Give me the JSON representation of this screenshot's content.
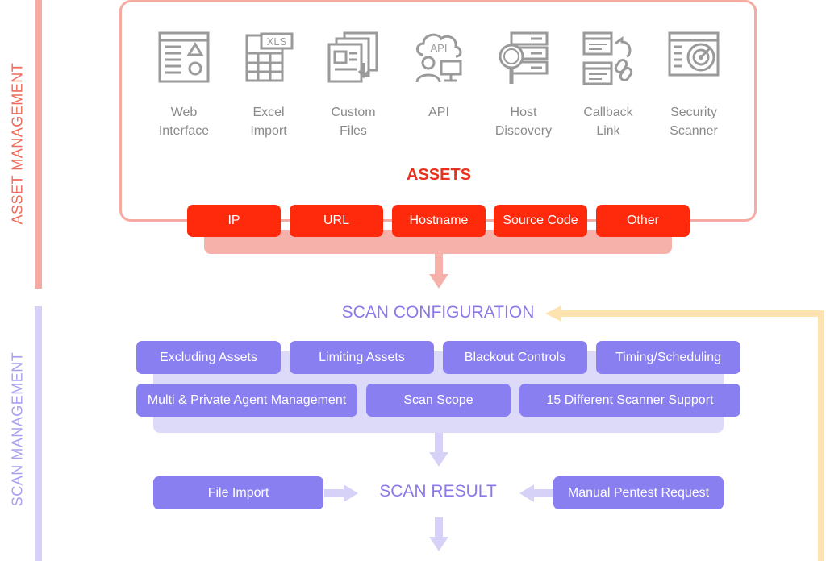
{
  "side_labels": {
    "asset_management": "ASSET MANAGEMENT",
    "scan_management": "SCAN MANAGEMENT"
  },
  "sources": [
    {
      "icon": "web-interface-icon",
      "line1": "Web",
      "line2": "Interface"
    },
    {
      "icon": "excel-import-icon",
      "line1": "Excel",
      "line2": "Import",
      "icon_text": "XLS"
    },
    {
      "icon": "custom-files-icon",
      "line1": "Custom",
      "line2": "Files"
    },
    {
      "icon": "api-icon",
      "line1": "API",
      "line2": "",
      "icon_text": "API"
    },
    {
      "icon": "host-discovery-icon",
      "line1": "Host",
      "line2": "Discovery"
    },
    {
      "icon": "callback-link-icon",
      "line1": "Callback",
      "line2": "Link"
    },
    {
      "icon": "security-scanner-icon",
      "line1": "Security",
      "line2": "Scanner"
    }
  ],
  "assets_title": "ASSETS",
  "assets": [
    "IP",
    "URL",
    "Hostname",
    "Source Code",
    "Other"
  ],
  "scan_configuration": {
    "title": "SCAN CONFIGURATION",
    "row1": [
      "Excluding Assets",
      "Limiting Assets",
      "Blackout Controls",
      "Timing/Scheduling"
    ],
    "row2": [
      "Multi & Private Agent Management",
      "Scan Scope",
      "15 Different Scanner Support"
    ]
  },
  "scan_result": {
    "title": "SCAN RESULT",
    "left_input": "File Import",
    "right_input": "Manual Pentest Request"
  },
  "colors": {
    "asset_bar": "#f5aba3",
    "asset_pill": "#ff2a0c",
    "assets_title": "#e8321e",
    "scan_bar": "#d6d2f7",
    "scan_pill": "#8a7ff0",
    "scan_title": "#8a79ea",
    "feedback_arrow": "#fde3b0",
    "icon_gray": "#9a9a9a"
  }
}
